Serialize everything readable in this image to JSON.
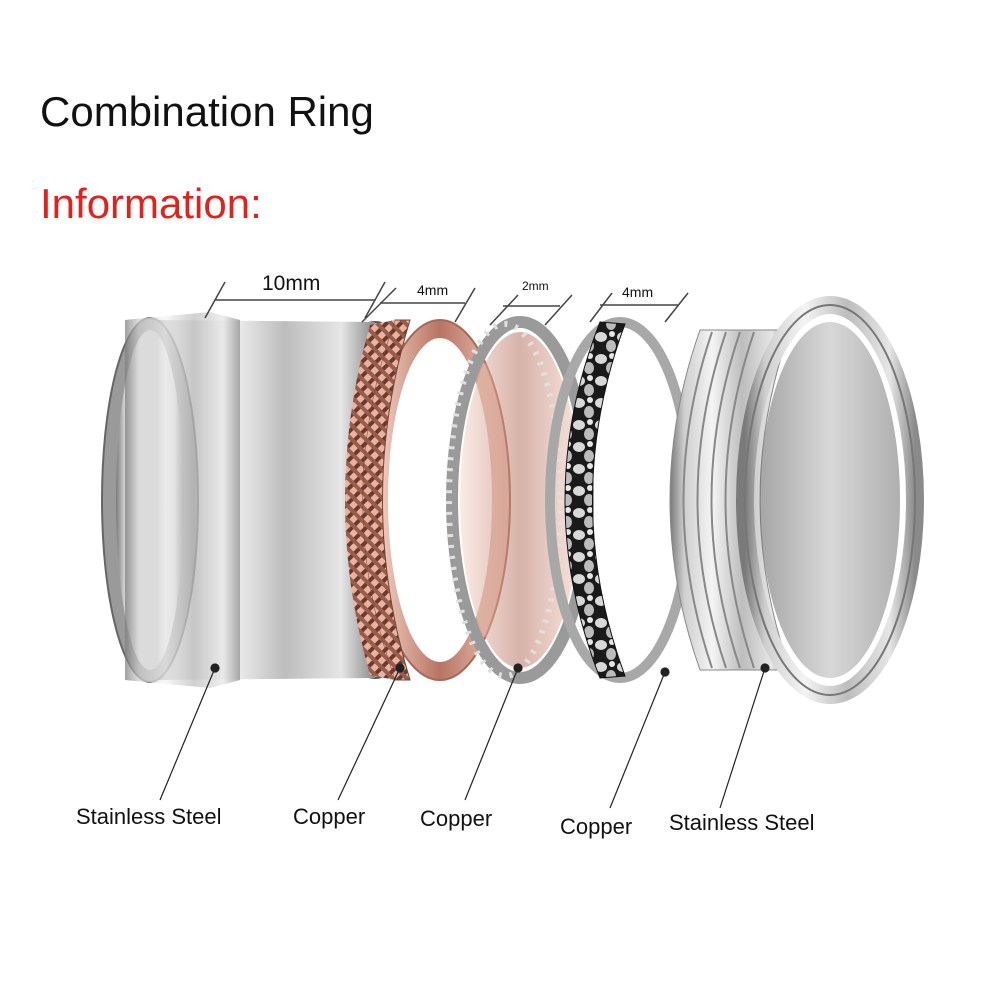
{
  "header": {
    "title": "Combination Ring",
    "subtitle": "Information:"
  },
  "colors": {
    "subtitle": "#e2201c",
    "steel": "#c8c8c8",
    "copper": "#d9a08c",
    "black_pattern": "#1a1a1a"
  },
  "dimensions": [
    {
      "text": "10mm"
    },
    {
      "text": "4mm"
    },
    {
      "text": "2mm"
    },
    {
      "text": "4mm"
    }
  ],
  "materials": [
    {
      "label": "Stainless Steel"
    },
    {
      "label": "Copper"
    },
    {
      "label": "Copper"
    },
    {
      "label": "Copper"
    },
    {
      "label": "Stainless Steel"
    }
  ]
}
